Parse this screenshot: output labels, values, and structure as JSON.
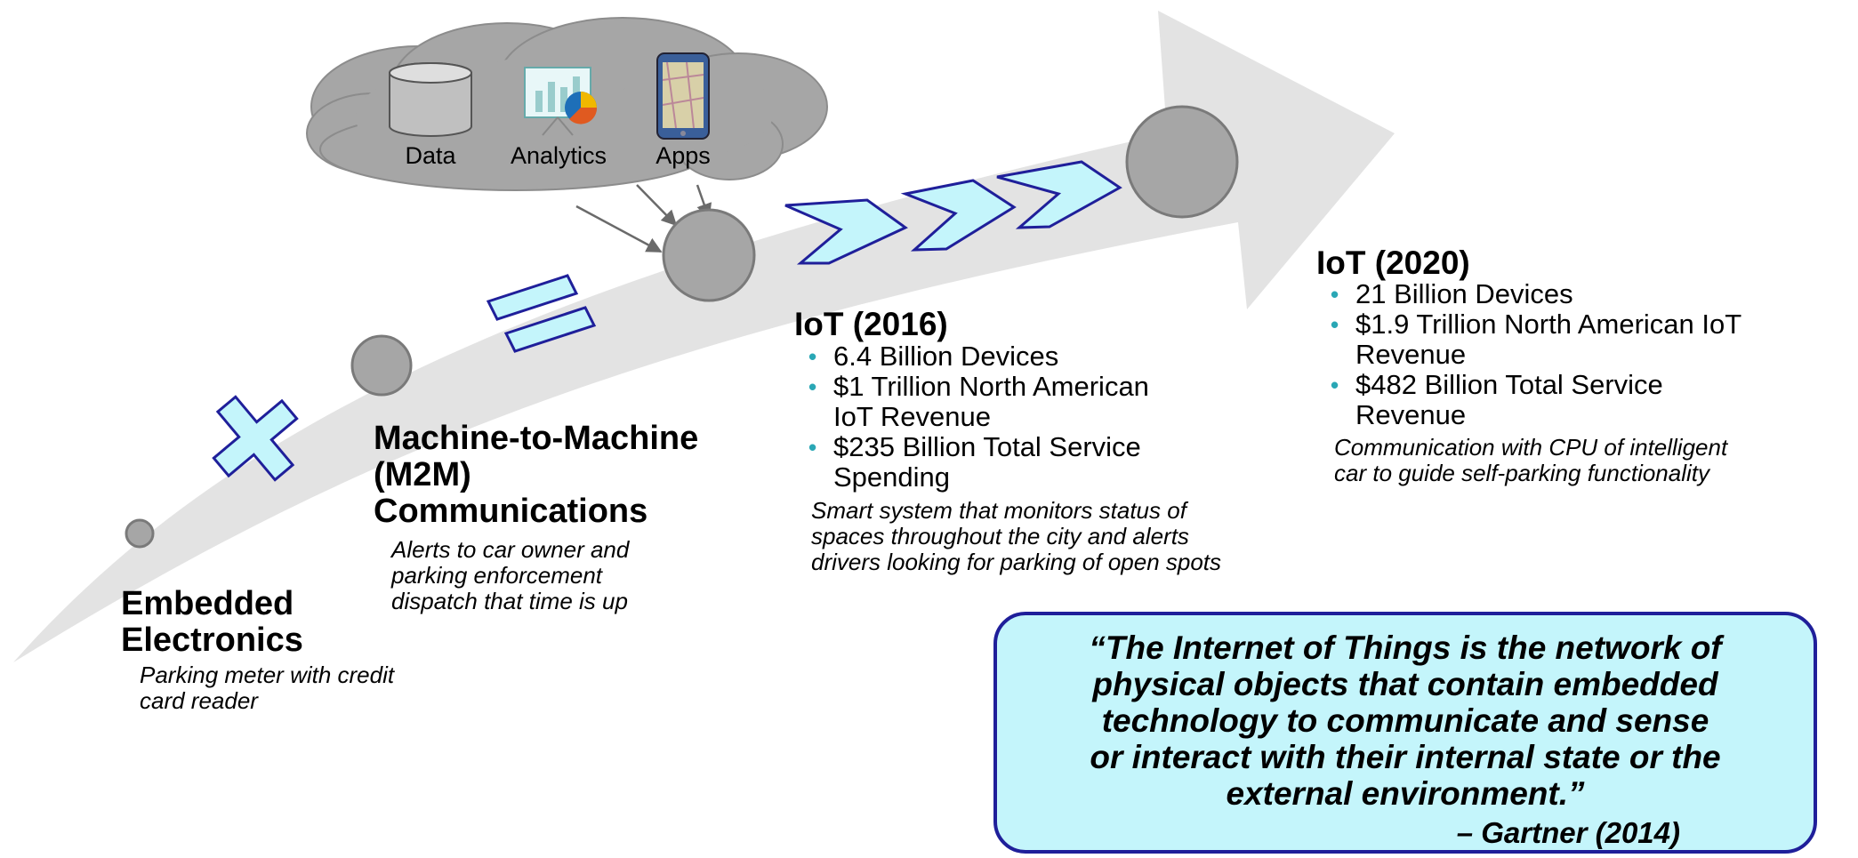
{
  "cloud": {
    "labels": {
      "data": "Data",
      "analytics": "Analytics",
      "apps": "Apps"
    }
  },
  "stages": {
    "embedded": {
      "title_line1": "Embedded",
      "title_line2": "Electronics",
      "desc_line1": "Parking meter with credit",
      "desc_line2": "card reader"
    },
    "m2m": {
      "title_line1": "Machine-to-Machine",
      "title_line2": "(M2M)",
      "title_line3": "Communications",
      "desc_line1": "Alerts to car owner and",
      "desc_line2": "parking enforcement",
      "desc_line3": "dispatch that time is up"
    },
    "iot2016": {
      "title": "IoT (2016)",
      "bullets": [
        {
          "line1": "6.4 Billion Devices",
          "line2": ""
        },
        {
          "line1": "$1 Trillion North American",
          "line2": "IoT Revenue"
        },
        {
          "line1": "$235 Billion Total Service",
          "line2": "Spending"
        }
      ],
      "desc_line1": "Smart system that monitors status of",
      "desc_line2": "spaces throughout the city and alerts",
      "desc_line3": "drivers looking for parking of open spots"
    },
    "iot2020": {
      "title": "IoT (2020)",
      "bullets": [
        {
          "line1": "21 Billion Devices",
          "line2": ""
        },
        {
          "line1": "$1.9 Trillion North American IoT",
          "line2": "Revenue"
        },
        {
          "line1": "$482 Billion Total Service",
          "line2": "Revenue"
        }
      ],
      "desc_line1": "Communication with CPU of intelligent",
      "desc_line2": "car to guide self-parking functionality"
    }
  },
  "quote": {
    "line1": "“The Internet of Things is the network of",
    "line2": "physical objects that contain embedded",
    "line3": "technology to communicate and sense",
    "line4": "or interact with their internal state or the",
    "line5": "external environment.”",
    "source": "– Gartner (2014)"
  },
  "colors": {
    "arrow": "#e3e3e3",
    "cloud": "#a6a6a6",
    "node_fill": "#a6a6a6",
    "node_stroke": "#7a7a7a",
    "shape_fill": "#c4f5fb",
    "shape_stroke": "#1f1f9a",
    "bullet": "#2aa7b5",
    "quote_bg": "#c4f5fb",
    "quote_border": "#1f1f9a"
  },
  "icons": [
    "database-icon",
    "analytics-chart-icon",
    "mobile-app-icon",
    "plus-icon",
    "equals-icon",
    "chevron-arrow-icon"
  ]
}
